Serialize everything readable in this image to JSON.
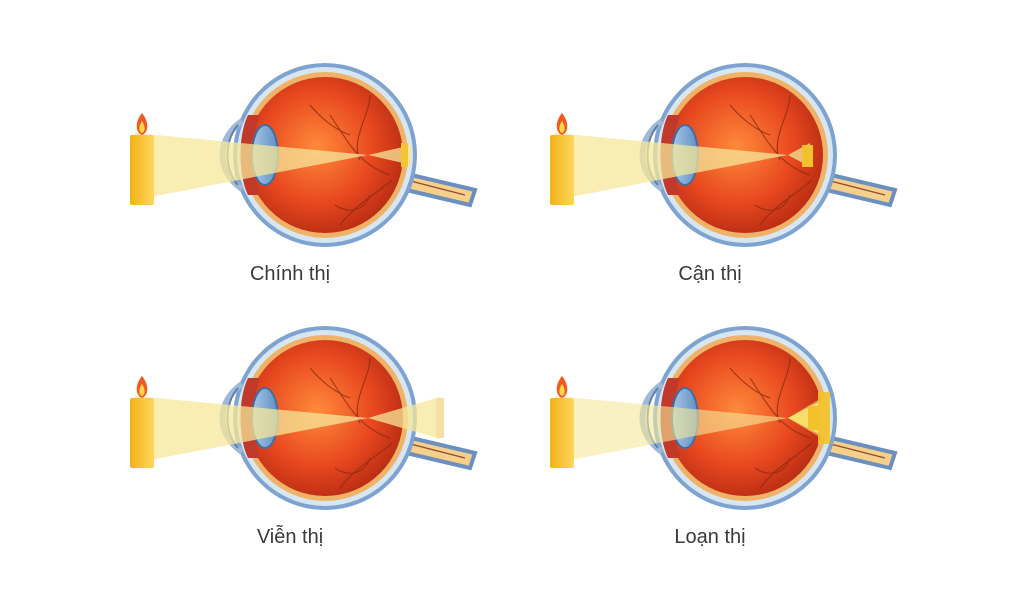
{
  "diagrams": [
    {
      "id": "normal",
      "caption": "Chính thị"
    },
    {
      "id": "myopia",
      "caption": "Cận thị"
    },
    {
      "id": "hyperopia",
      "caption": "Viễn thị"
    },
    {
      "id": "astigmatism",
      "caption": "Loạn thị"
    }
  ]
}
